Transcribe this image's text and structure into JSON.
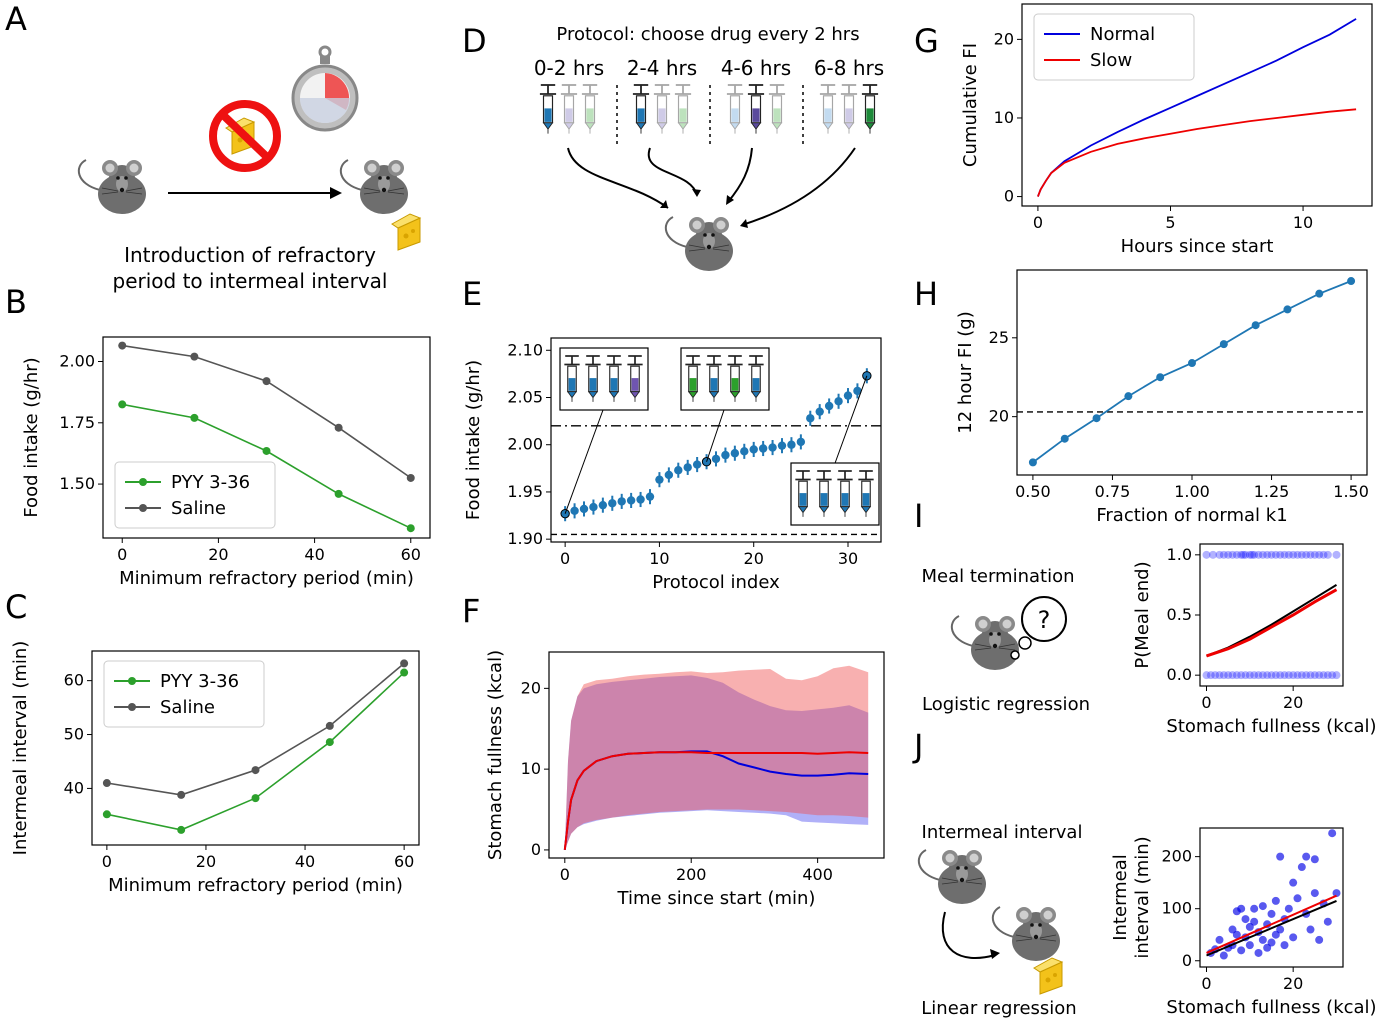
{
  "panels": {
    "A": {
      "letter": "A",
      "caption_line1": "Introduction of refractory",
      "caption_line2": "period to intermeal interval"
    },
    "D": {
      "letter": "D",
      "title": "Protocol: choose drug every 2 hrs",
      "periods": [
        "0-2 hrs",
        "2-4 hrs",
        "4-6 hrs",
        "6-8 hrs"
      ]
    },
    "I": {
      "letter": "I",
      "label_top": "Meal termination",
      "label_bottom": "Logistic regression",
      "question": "?"
    },
    "J": {
      "letter": "J",
      "label_top": "Intermeal interval",
      "label_bottom": "Linear regression"
    }
  },
  "colors": {
    "pyy": "#2ca02c",
    "saline": "#555555",
    "blue_point": "#1f77b4",
    "normal": "#0000dd",
    "slow": "#ee0000"
  },
  "chart_data": [
    {
      "panel": "B",
      "letter": "B",
      "type": "line",
      "xlabel": "Minimum refractory period (min)",
      "ylabel": "Food intake (g/hr)",
      "xlim": [
        -4,
        64
      ],
      "ylim": [
        1.28,
        2.1
      ],
      "xticks": [
        0,
        20,
        40,
        60
      ],
      "xtick_labels": [
        "0",
        "20",
        "40",
        "60"
      ],
      "yticks": [
        1.5,
        1.75,
        2.0
      ],
      "ytick_labels": [
        "1.50",
        "1.75",
        "2.00"
      ],
      "x": [
        0,
        15,
        30,
        45,
        60
      ],
      "series": [
        {
          "name": "PYY 3-36",
          "color": "#2ca02c",
          "values": [
            1.825,
            1.77,
            1.635,
            1.46,
            1.32
          ]
        },
        {
          "name": "Saline",
          "color": "#555555",
          "values": [
            2.065,
            2.02,
            1.92,
            1.73,
            1.525
          ]
        }
      ],
      "legend": "lower-left"
    },
    {
      "panel": "C",
      "letter": "C",
      "type": "line",
      "xlabel": "Minimum refractory period (min)",
      "ylabel": "Intermeal interval (min)",
      "xlim": [
        -3,
        63
      ],
      "ylim": [
        29.5,
        65.5
      ],
      "xticks": [
        0,
        20,
        40,
        60
      ],
      "xtick_labels": [
        "0",
        "20",
        "40",
        "60"
      ],
      "yticks": [
        40,
        50,
        60
      ],
      "ytick_labels": [
        "40",
        "50",
        "60"
      ],
      "x": [
        0,
        15,
        30,
        45,
        60
      ],
      "series": [
        {
          "name": "PYY 3-36",
          "color": "#2ca02c",
          "values": [
            35.2,
            32.3,
            38.2,
            48.6,
            61.5
          ]
        },
        {
          "name": "Saline",
          "color": "#555555",
          "values": [
            41.0,
            38.8,
            43.4,
            51.6,
            63.2
          ]
        }
      ],
      "legend": "upper-left"
    },
    {
      "panel": "E",
      "letter": "E",
      "type": "scatter",
      "xlabel": "Protocol index",
      "ylabel": "Food intake (g/hr)",
      "xlim": [
        -1.5,
        33.5
      ],
      "ylim": [
        1.897,
        2.113
      ],
      "xticks": [
        0,
        10,
        20,
        30
      ],
      "xtick_labels": [
        "0",
        "10",
        "20",
        "30"
      ],
      "yticks": [
        1.9,
        1.95,
        2.0,
        2.05,
        2.1
      ],
      "ytick_labels": [
        "1.90",
        "1.95",
        "2.00",
        "2.05",
        "2.10"
      ],
      "x": [
        0,
        1,
        2,
        3,
        4,
        5,
        6,
        7,
        8,
        9,
        10,
        11,
        12,
        13,
        14,
        15,
        16,
        17,
        18,
        19,
        20,
        21,
        22,
        23,
        24,
        25,
        26,
        27,
        28,
        29,
        30,
        31,
        32
      ],
      "values": [
        1.927,
        1.93,
        1.932,
        1.934,
        1.936,
        1.938,
        1.94,
        1.941,
        1.942,
        1.945,
        1.963,
        1.968,
        1.973,
        1.976,
        1.979,
        1.982,
        1.985,
        1.989,
        1.991,
        1.993,
        1.995,
        1.996,
        1.997,
        1.999,
        2.0,
        2.003,
        2.028,
        2.035,
        2.041,
        2.046,
        2.052,
        2.057,
        2.073
      ],
      "error": 0.008,
      "hlines": [
        {
          "y": 2.02,
          "style": "dashdot"
        },
        {
          "y": 1.905,
          "style": "dashed"
        }
      ],
      "highlighted": [
        0,
        15,
        32
      ]
    },
    {
      "panel": "F",
      "letter": "F",
      "type": "area",
      "xlabel": "Time since start (min)",
      "ylabel": "Stomach fullness (kcal)",
      "xlim": [
        -25,
        505
      ],
      "ylim": [
        -1,
        24.5
      ],
      "xticks": [
        0,
        200,
        400
      ],
      "xtick_labels": [
        "0",
        "200",
        "400"
      ],
      "yticks": [
        0,
        10,
        20
      ],
      "ytick_labels": [
        "0",
        "10",
        "20"
      ],
      "x": [
        0,
        5,
        10,
        20,
        30,
        50,
        75,
        100,
        125,
        150,
        175,
        200,
        225,
        250,
        275,
        300,
        325,
        350,
        375,
        400,
        425,
        450,
        480
      ],
      "series": [
        {
          "name": "",
          "color": "#0000dd",
          "mean": [
            0,
            3.5,
            6.2,
            8.6,
            9.8,
            11.0,
            11.6,
            11.9,
            12.0,
            12.1,
            12.1,
            12.2,
            12.2,
            11.6,
            10.7,
            10.2,
            9.7,
            9.4,
            9.2,
            9.2,
            9.3,
            9.5,
            9.4
          ],
          "upper": [
            0,
            11,
            16,
            19,
            20,
            20.5,
            20.8,
            21.0,
            21.2,
            21.4,
            21.5,
            21.6,
            21.3,
            20.7,
            19.5,
            18.6,
            17.8,
            17.3,
            17.2,
            17.4,
            17.6,
            17.9,
            17.0
          ],
          "lower": [
            0,
            1.0,
            2.0,
            2.8,
            3.2,
            3.6,
            4.0,
            4.2,
            4.4,
            4.6,
            4.7,
            4.8,
            4.9,
            4.8,
            4.7,
            4.6,
            4.5,
            4.3,
            3.5,
            3.4,
            3.3,
            3.2,
            3.1
          ]
        },
        {
          "name": "",
          "color": "#ee0000",
          "mean": [
            0,
            3.5,
            6.2,
            8.6,
            9.8,
            11.0,
            11.6,
            11.9,
            12.0,
            12.1,
            12.1,
            12.1,
            12.0,
            12.0,
            12.0,
            12.0,
            12.0,
            12.0,
            12.0,
            11.9,
            12.0,
            12.1,
            12.0
          ],
          "upper": [
            0,
            11,
            16,
            19,
            20.5,
            21.0,
            21.2,
            21.5,
            21.7,
            21.8,
            22.0,
            22.1,
            21.9,
            22.0,
            22.2,
            22.3,
            22.4,
            21.2,
            21.0,
            21.5,
            22.5,
            22.8,
            22.0
          ],
          "lower": [
            0,
            1.0,
            2.0,
            2.8,
            3.3,
            3.7,
            4.0,
            4.3,
            4.5,
            4.7,
            4.8,
            4.9,
            5.0,
            5.0,
            5.0,
            4.9,
            4.8,
            4.7,
            4.5,
            4.3,
            4.3,
            4.2,
            4.0
          ]
        }
      ]
    },
    {
      "panel": "G",
      "letter": "G",
      "type": "line",
      "xlabel": "Hours since start",
      "ylabel": "Cumulative FI",
      "xlim": [
        -0.6,
        12.6
      ],
      "ylim": [
        -1.2,
        24.5
      ],
      "xticks": [
        0,
        5,
        10
      ],
      "xtick_labels": [
        "0",
        "5",
        "10"
      ],
      "yticks": [
        0,
        10,
        20
      ],
      "ytick_labels": [
        "0",
        "10",
        "20"
      ],
      "x": [
        0,
        0.1,
        0.3,
        0.5,
        1,
        2,
        3,
        4,
        5,
        6,
        7,
        8,
        9,
        10,
        11,
        12
      ],
      "series": [
        {
          "name": "Normal",
          "color": "#0000dd",
          "values": [
            0,
            0.9,
            2.0,
            3.0,
            4.5,
            6.5,
            8.2,
            9.8,
            11.3,
            12.8,
            14.3,
            15.8,
            17.3,
            19.0,
            20.6,
            22.6
          ]
        },
        {
          "name": "Slow",
          "color": "#ee0000",
          "values": [
            0,
            0.9,
            2.0,
            3.0,
            4.3,
            5.7,
            6.7,
            7.4,
            8.0,
            8.6,
            9.1,
            9.6,
            10.0,
            10.4,
            10.8,
            11.1
          ]
        }
      ],
      "legend": "upper-left"
    },
    {
      "panel": "H",
      "letter": "H",
      "type": "line",
      "xlabel": "Fraction of normal k1",
      "ylabel": "12 hour FI (g)",
      "xlim": [
        0.45,
        1.55
      ],
      "ylim": [
        16.3,
        29.3
      ],
      "xticks": [
        0.5,
        0.75,
        1.0,
        1.25,
        1.5
      ],
      "xtick_labels": [
        "0.50",
        "0.75",
        "1.00",
        "1.25",
        "1.50"
      ],
      "yticks": [
        20,
        25
      ],
      "ytick_labels": [
        "20",
        "25"
      ],
      "x": [
        0.5,
        0.6,
        0.7,
        0.8,
        0.9,
        1.0,
        1.1,
        1.2,
        1.3,
        1.4,
        1.5
      ],
      "values": [
        17.1,
        18.6,
        19.9,
        21.3,
        22.5,
        23.4,
        24.6,
        25.8,
        26.8,
        27.8,
        28.6
      ],
      "hline": 20.3
    },
    {
      "panel": "I",
      "type": "scatter",
      "xlabel": "Stomach fullness (kcal)",
      "ylabel": "P(Meal end)",
      "xlim": [
        -1.5,
        31.5
      ],
      "ylim": [
        -0.09,
        1.09
      ],
      "xticks": [
        0,
        20
      ],
      "xtick_labels": [
        "0",
        "20"
      ],
      "yticks": [
        0,
        0.5,
        1.0
      ],
      "ytick_labels": [
        "0.0",
        "0.5",
        "1.0"
      ],
      "points_y1_x": [
        0,
        1.5,
        3,
        4,
        5,
        6,
        7,
        8,
        8.5,
        9,
        10,
        10.5,
        11,
        12,
        13,
        14,
        15,
        16,
        17,
        18,
        19,
        20,
        21,
        22,
        23,
        24,
        25,
        26,
        27,
        28,
        30
      ],
      "points_y0_x": [
        0,
        1,
        2,
        3,
        4,
        5,
        6,
        7,
        8,
        9,
        10,
        11,
        12,
        13,
        14,
        15,
        16,
        17,
        18,
        19,
        20,
        21,
        22,
        23,
        24,
        25,
        26,
        27,
        28,
        29,
        30
      ],
      "curves": [
        {
          "color": "#000000",
          "x": [
            0,
            5,
            10,
            15,
            20,
            25,
            30
          ],
          "values": [
            0.16,
            0.23,
            0.32,
            0.42,
            0.53,
            0.64,
            0.75
          ]
        },
        {
          "color": "#ee0000",
          "x": [
            0,
            5,
            10,
            15,
            20,
            25,
            30
          ],
          "values": [
            0.16,
            0.22,
            0.3,
            0.4,
            0.5,
            0.61,
            0.71
          ]
        }
      ]
    },
    {
      "panel": "J",
      "type": "scatter",
      "xlabel": "Stomach fullness (kcal)",
      "ylabel_line1": "Intermeal",
      "ylabel_line2": "interval (min)",
      "xlim": [
        -1.5,
        31.5
      ],
      "ylim": [
        -12,
        255
      ],
      "xticks": [
        0,
        20
      ],
      "xtick_labels": [
        "0",
        "20"
      ],
      "yticks": [
        0,
        100,
        200
      ],
      "ytick_labels": [
        "0",
        "100",
        "200"
      ],
      "points": [
        [
          1,
          15
        ],
        [
          2,
          22
        ],
        [
          3,
          40
        ],
        [
          4,
          10
        ],
        [
          5,
          25
        ],
        [
          6,
          30
        ],
        [
          6,
          60
        ],
        [
          7,
          95
        ],
        [
          7,
          50
        ],
        [
          8,
          100
        ],
        [
          8,
          20
        ],
        [
          9,
          45
        ],
        [
          9,
          80
        ],
        [
          10,
          65
        ],
        [
          10,
          30
        ],
        [
          11,
          100
        ],
        [
          11,
          75
        ],
        [
          12,
          55
        ],
        [
          12,
          15
        ],
        [
          13,
          105
        ],
        [
          13,
          40
        ],
        [
          14,
          70
        ],
        [
          14,
          25
        ],
        [
          15,
          35
        ],
        [
          15,
          90
        ],
        [
          16,
          115
        ],
        [
          16,
          50
        ],
        [
          17,
          200
        ],
        [
          17,
          60
        ],
        [
          18,
          80
        ],
        [
          18,
          30
        ],
        [
          19,
          100
        ],
        [
          20,
          45
        ],
        [
          20,
          150
        ],
        [
          21,
          120
        ],
        [
          22,
          180
        ],
        [
          23,
          200
        ],
        [
          23,
          90
        ],
        [
          24,
          60
        ],
        [
          25,
          195
        ],
        [
          25,
          130
        ],
        [
          26,
          40
        ],
        [
          27,
          110
        ],
        [
          28,
          75
        ],
        [
          29,
          245
        ],
        [
          30,
          130
        ]
      ],
      "curves": [
        {
          "color": "#000000",
          "x": [
            0,
            30
          ],
          "values": [
            10,
            115
          ]
        },
        {
          "color": "#ee0000",
          "x": [
            0,
            30
          ],
          "values": [
            15,
            125
          ]
        }
      ]
    }
  ]
}
